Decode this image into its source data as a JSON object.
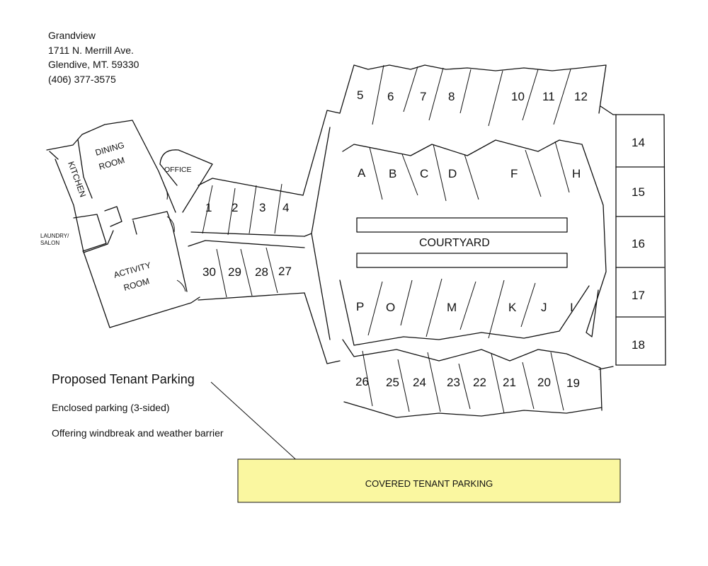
{
  "header": {
    "name": "Grandview",
    "street": "1711 N. Merrill Ave.",
    "city": "Glendive, MT. 59330",
    "phone": "(406) 377-3575"
  },
  "proposal": {
    "title": "Proposed Tenant Parking",
    "line1": "Enclosed parking (3-sided)",
    "line2": "Offering windbreak and weather barrier"
  },
  "parking": {
    "label": "COVERED TENANT PARKING",
    "color": "#faf7a0"
  },
  "rooms": {
    "kitchen": "KITCHEN",
    "dining_1": "DINING",
    "dining_2": "ROOM",
    "office": "OFFICE",
    "laundry_1": "LAUNDRY/",
    "laundry_2": "SALON",
    "activity_1": "ACTIVITY",
    "activity_2": "ROOM",
    "courtyard": "COURTYARD"
  },
  "units": {
    "top_row": [
      "5",
      "6",
      "7",
      "8",
      "10",
      "11",
      "12"
    ],
    "upper_inner": [
      "A",
      "B",
      "C",
      "D",
      "F",
      "H"
    ],
    "lower_inner": [
      "P",
      "O",
      "M",
      "K",
      "J",
      "I"
    ],
    "bottom_row": [
      "26",
      "25",
      "24",
      "23",
      "22",
      "21",
      "20",
      "19"
    ],
    "right_col": [
      "14",
      "15",
      "16",
      "17",
      "18"
    ],
    "west_upper": [
      "1",
      "2",
      "3",
      "4"
    ],
    "west_lower": [
      "30",
      "29",
      "28",
      "27"
    ]
  }
}
